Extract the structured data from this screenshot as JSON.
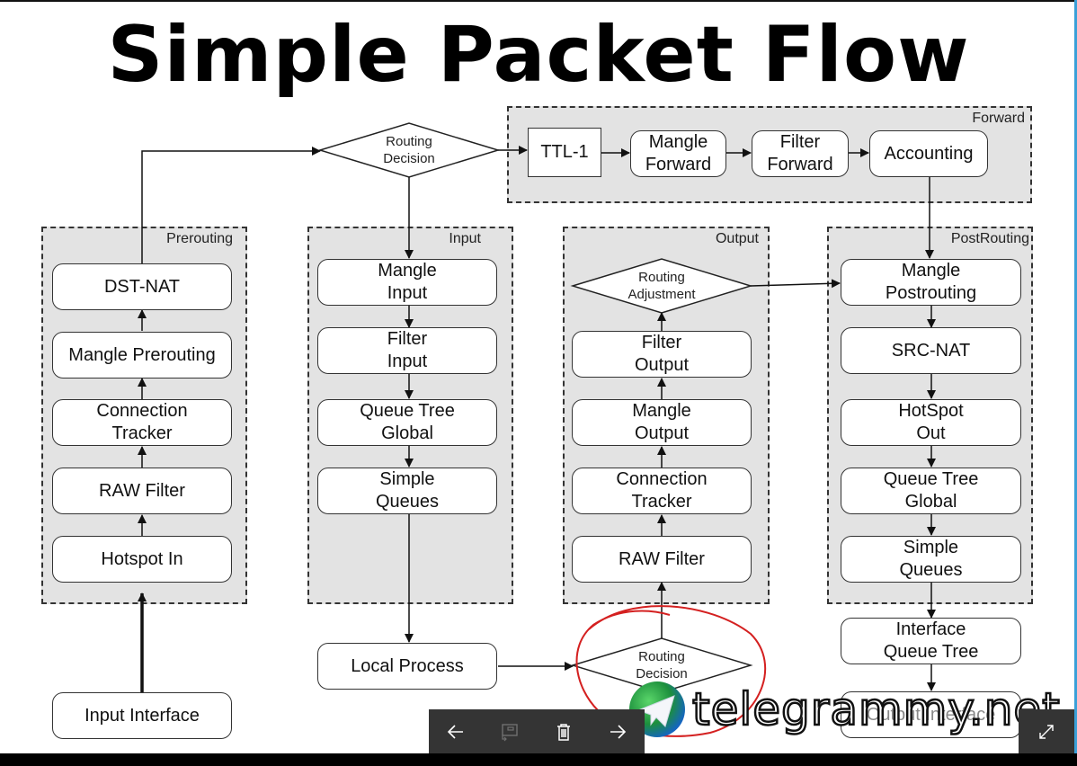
{
  "title": "Simple Packet Flow",
  "groups": {
    "forward": "Forward",
    "prerouting": "Prerouting",
    "input": "Input",
    "output": "Output",
    "postrouting": "PostRouting"
  },
  "decisions": {
    "routing_decision_top": "Routing\nDecision",
    "routing_adjustment": "Routing\nAdjustment",
    "routing_decision_bottom": "Routing\nDecision"
  },
  "nodes": {
    "forward": [
      "TTL-1",
      "Mangle\nForward",
      "Filter\nForward",
      "Accounting"
    ],
    "prerouting": [
      "DST-NAT",
      "Mangle Prerouting",
      "Connection\nTracker",
      "RAW Filter",
      "Hotspot In"
    ],
    "input": [
      "Mangle\nInput",
      "Filter\nInput",
      "Queue Tree\nGlobal",
      "Simple\nQueues"
    ],
    "output": [
      "Filter\nOutput",
      "Mangle\nOutput",
      "Connection\nTracker",
      "RAW Filter"
    ],
    "postrouting": [
      "Mangle\nPostrouting",
      "SRC-NAT",
      "HotSpot\nOut",
      "Queue Tree\nGlobal",
      "Simple\nQueues"
    ],
    "input_interface": "Input Interface",
    "local_process": "Local Process",
    "interface_queue_tree": "Interface\nQueue Tree",
    "output_interface": "Output Interface"
  },
  "viewer_toolbar": {
    "icons": [
      "arrow-left-icon",
      "slideshow-icon",
      "trash-icon",
      "arrow-right-icon"
    ],
    "expand_icon": "expand-icon"
  },
  "watermark": "telegrammy.net",
  "annotation_color": "#d42020"
}
